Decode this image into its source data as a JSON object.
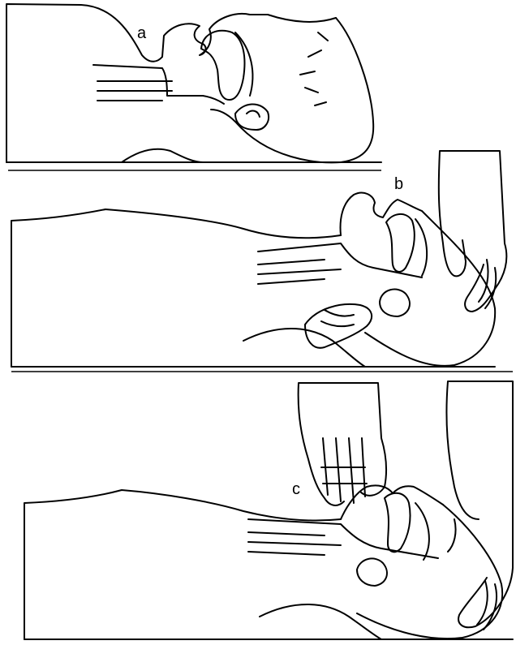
{
  "labels": {
    "a": "a",
    "b": "b",
    "c": "c"
  },
  "colors": {
    "ink": "#000000",
    "paper": "#ffffff"
  }
}
